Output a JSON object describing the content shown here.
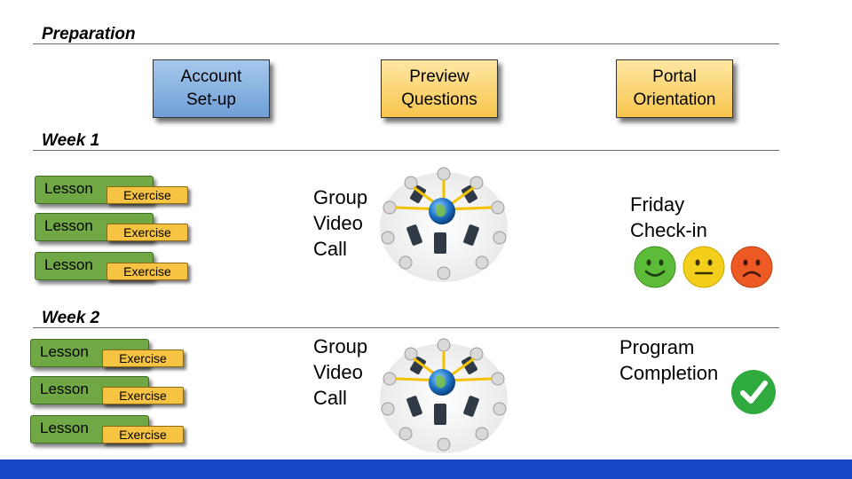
{
  "sections": {
    "preparation": "Preparation",
    "week1": "Week 1",
    "week2": "Week 2"
  },
  "prep_steps": [
    {
      "label": "Account\nSet-up",
      "color": "#7aa8dc"
    },
    {
      "label": "Preview\nQuestions",
      "color": "#fad165"
    },
    {
      "label": "Portal\nOrientation",
      "color": "#fad165"
    }
  ],
  "lesson_label": "Lesson",
  "exercise_label": "Exercise",
  "week1": {
    "call_lines": [
      "Group",
      "Video",
      "Call"
    ],
    "checkin_lines": [
      "Friday",
      "Check-in"
    ],
    "moods": [
      {
        "icon": "smiley-happy-icon",
        "color": "#5dbb3a"
      },
      {
        "icon": "smiley-neutral-icon",
        "color": "#f3cf1c"
      },
      {
        "icon": "smiley-sad-icon",
        "color": "#ee5a24"
      }
    ]
  },
  "week2": {
    "call_lines": [
      "Group",
      "Video",
      "Call"
    ],
    "completion_lines": [
      "Program",
      "Completion"
    ],
    "completion_icon": "checkmark-icon",
    "completion_color": "#2faa3e"
  },
  "colors": {
    "lesson": "#6fa845",
    "exercise": "#f6c343",
    "footer": "#1745c4"
  }
}
